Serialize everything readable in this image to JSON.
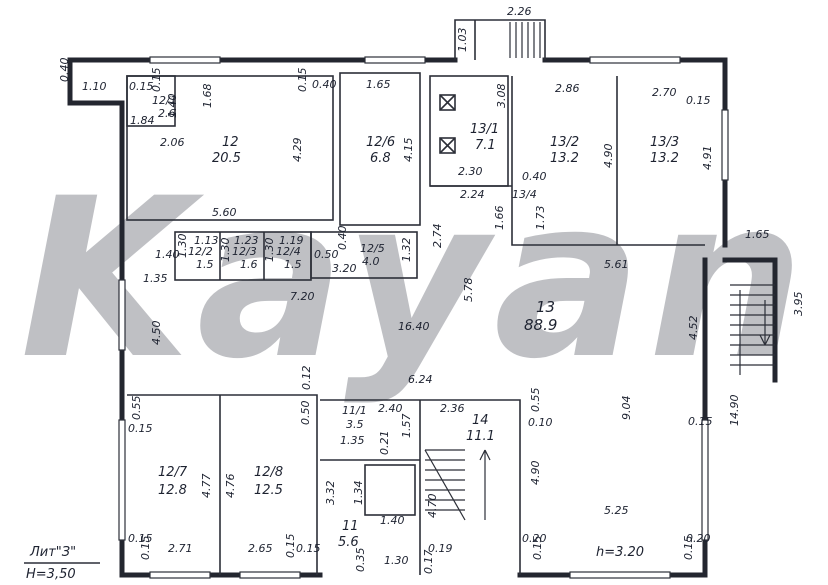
{
  "watermark": "Kayan",
  "title": {
    "lit": "Лит\"З\"",
    "height": "Н=3,50"
  },
  "ceiling": "h=3.20",
  "rooms": [
    {
      "id": "12/1",
      "area": "2.6"
    },
    {
      "id": "12",
      "area": "20.5"
    },
    {
      "id": "12/6",
      "area": "6.8"
    },
    {
      "id": "13/1",
      "area": "7.1"
    },
    {
      "id": "13/2",
      "area": "13.2"
    },
    {
      "id": "13/3",
      "area": "13.2"
    },
    {
      "id": "13/4",
      "area": ""
    },
    {
      "id": "12/2",
      "area": "1.5"
    },
    {
      "id": "12/3",
      "area": "1.6"
    },
    {
      "id": "12/4",
      "area": "1.5"
    },
    {
      "id": "12/5",
      "area": "4.0"
    },
    {
      "id": "13",
      "area": "88.9"
    },
    {
      "id": "12/7",
      "area": "12.8"
    },
    {
      "id": "12/8",
      "area": "12.5"
    },
    {
      "id": "11/1",
      "area": "3.5"
    },
    {
      "id": "14",
      "area": "11.1"
    },
    {
      "id": "11",
      "area": "5.6"
    }
  ],
  "dims": {
    "d_2_26": "2.26",
    "d_1_03": "1.03",
    "d_3_08": "3.08",
    "d_0_40a": "0.40",
    "d_1_10": "1.10",
    "d_0_15a": "0.15",
    "d_0_15b": "0.15",
    "d_1_40a": "1.40",
    "d_1_84": "1.84",
    "d_1_68": "1.68",
    "d_2_06": "2.06",
    "d_0_15c": "0.15",
    "d_0_40b": "0.40",
    "d_4_29": "4.29",
    "d_1_65a": "1.65",
    "d_4_15": "4.15",
    "d_2_86": "2.86",
    "d_2_70": "2.70",
    "d_0_15d": "0.15",
    "d_4_90a": "4.90",
    "d_4_91": "4.91",
    "d_2_30": "2.30",
    "d_0_40c": "0.40",
    "d_2_24": "2.24",
    "d_1_66": "1.66",
    "d_1_73": "1.73",
    "d_5_60": "5.60",
    "d_2_74": "2.74",
    "d_1_65b": "1.65",
    "d_1_40b": "1.40",
    "d_1_30a": "1.30",
    "d_1_13": "1.13",
    "d_1_23": "1.23",
    "d_1_30b": "1.30",
    "d_1_19": "1.19",
    "d_1_30c": "1.30",
    "d_0_40d": "0.40",
    "d_0_50a": "0.50",
    "d_3_20": "3.20",
    "d_1_32": "1.32",
    "d_5_61": "5.61",
    "d_1_35a": "1.35",
    "d_7_20": "7.20",
    "d_5_78": "5.78",
    "d_3_95": "3.95",
    "d_4_50": "4.50",
    "d_16_40": "16.40",
    "d_4_52": "4.52",
    "d_6_24": "6.24",
    "d_0_12": "0.12",
    "d_0_55a": "0.55",
    "d_0_15e": "0.15",
    "d_0_50b": "0.50",
    "d_2_40": "2.40",
    "d_2_36": "2.36",
    "d_0_55b": "0.55",
    "d_1_57": "1.57",
    "d_0_10": "0.10",
    "d_9_04": "9.04",
    "d_0_15f": "0.15",
    "d_14_90": "14.90",
    "d_1_35b": "1.35",
    "d_0_21": "0.21",
    "d_4_77": "4.77",
    "d_4_76": "4.76",
    "d_3_32": "3.32",
    "d_1_34": "1.34",
    "d_4_90b": "4.90",
    "d_1_40c": "1.40",
    "d_4_70": "4.70",
    "d_0_15g": "0.15",
    "d_0_15h": "0.15",
    "d_2_71": "2.71",
    "d_2_65": "2.65",
    "d_0_15i": "0.15",
    "d_0_15j": "0.15",
    "d_0_35": "0.35",
    "d_1_30d": "1.30",
    "d_0_19": "0.19",
    "d_0_17": "0.17",
    "d_0_20a": "0.20",
    "d_5_25": "5.25",
    "d_0_15k": "0.15",
    "d_0_20b": "0.20",
    "d_0_15l": "0.15"
  }
}
